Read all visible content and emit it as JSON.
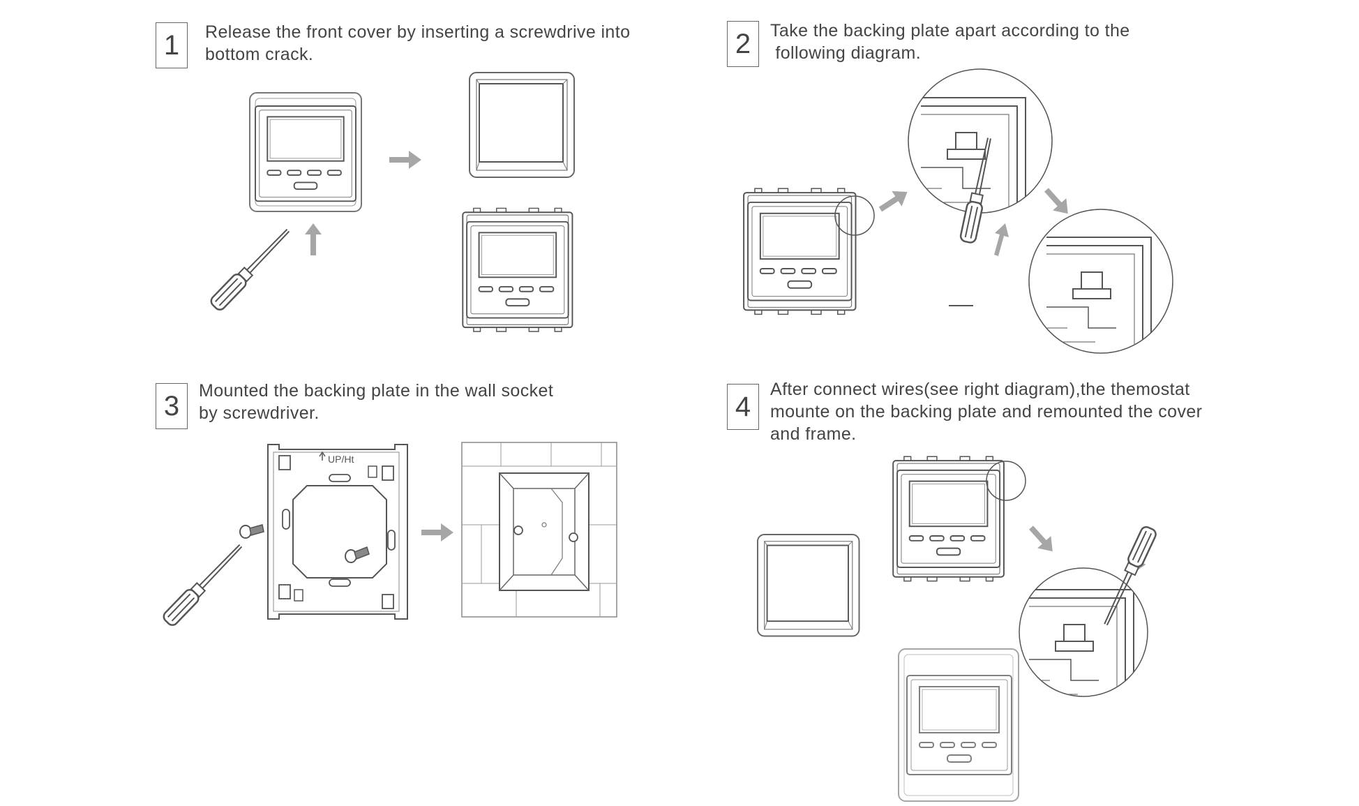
{
  "steps": [
    {
      "number": "1",
      "lines": [
        "Release the front cover by inserting a screwdrive into",
        "bottom crack."
      ]
    },
    {
      "number": "2",
      "lines": [
        "Take the backing plate apart according to the",
        " following diagram."
      ]
    },
    {
      "number": "3",
      "lines": [
        "Mounted the backing plate in the wall socket",
        "by screwdriver."
      ]
    },
    {
      "number": "4",
      "lines": [
        "After connect wires(see right diagram),the themostat",
        "mounte on the backing plate and remounted the cover",
        "and frame."
      ]
    }
  ],
  "plate_label": "UP/Ht",
  "colors": {
    "line": "#555555",
    "arrow": "#a6a6a6",
    "text": "#444444"
  }
}
